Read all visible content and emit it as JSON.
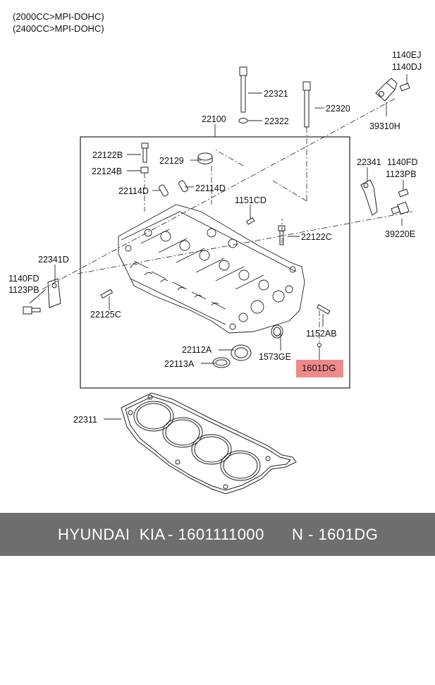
{
  "notes": [
    "(2000CC>MPI-DOHC)",
    "(2400CC>MPI-DOHC)"
  ],
  "labels": {
    "p1140EJ": "1140EJ",
    "p1140DJ": "1140DJ",
    "p22321": "22321",
    "p22320": "22320",
    "p22322": "22322",
    "p39310H": "39310H",
    "p22100": "22100",
    "p22122B": "22122B",
    "p22124B": "22124B",
    "p22129": "22129",
    "p22114D_a": "22114D",
    "p22114D_b": "22114D",
    "p22341": "22341",
    "p1140FD_r": "1140FD",
    "p1123PB_r": "1123PB",
    "p1151CD": "1151CD",
    "p22122C": "22122C",
    "p39220E": "39220E",
    "p22341D": "22341D",
    "p1140FD_l": "1140FD",
    "p1123PB_l": "1123PB",
    "p22125C": "22125C",
    "p1152AB": "1152AB",
    "p22112A": "22112A",
    "p1573GE": "1573GE",
    "p22113A": "22113A",
    "p1601DG": "1601DG",
    "p22311": "22311"
  },
  "highlight_color": "#f08a8a",
  "footer": {
    "brand": "HYUNDAI  KIA",
    "part_number": "- 1601111000",
    "ref": "N - 1601DG"
  }
}
